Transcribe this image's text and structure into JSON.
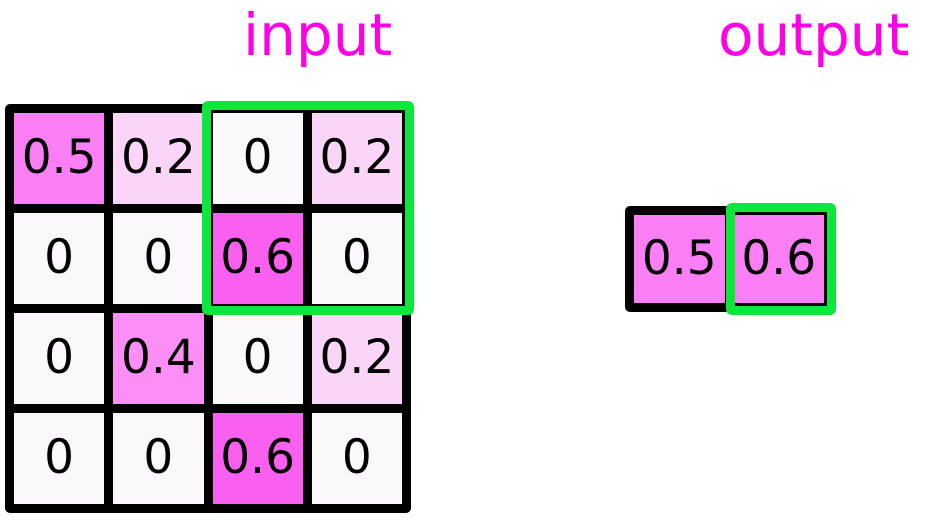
{
  "page": {
    "background": "#ffffff",
    "accent_magenta": "#ff00e6",
    "selection_green": "#0de63a",
    "grid_line_color": "#000000",
    "text_color": "#000000"
  },
  "titles": {
    "input": "input",
    "output": "output"
  },
  "palette": {
    "zero": "#fbf8fb",
    "v02": "#fbd5f8",
    "v04": "#fb8ff6",
    "v05": "#fa7ff5",
    "v06": "#fa60f0",
    "out": "#fa7ff5"
  },
  "input_grid": {
    "rows": 4,
    "cols": 4,
    "cells": [
      {
        "value": "0.5",
        "color": "#fa7ff5"
      },
      {
        "value": "0.2",
        "color": "#fbd5f8"
      },
      {
        "value": "0",
        "color": "#fbf8fb"
      },
      {
        "value": "0.2",
        "color": "#fbd5f8"
      },
      {
        "value": "0",
        "color": "#fbf8fb"
      },
      {
        "value": "0",
        "color": "#fbf8fb"
      },
      {
        "value": "0.6",
        "color": "#fa60f0"
      },
      {
        "value": "0",
        "color": "#fbf8fb"
      },
      {
        "value": "0",
        "color": "#fbf8fb"
      },
      {
        "value": "0.4",
        "color": "#fb8ff6"
      },
      {
        "value": "0",
        "color": "#fbf8fb"
      },
      {
        "value": "0.2",
        "color": "#fbd5f8"
      },
      {
        "value": "0",
        "color": "#fbf8fb"
      },
      {
        "value": "0",
        "color": "#fbf8fb"
      },
      {
        "value": "0.6",
        "color": "#fa60f0"
      },
      {
        "value": "0",
        "color": "#fbf8fb"
      }
    ],
    "selection": {
      "row_start": 1,
      "row_end": 2,
      "col_start": 3,
      "col_end": 4,
      "color": "#0de63a"
    }
  },
  "output_grid": {
    "rows": 1,
    "cols": 2,
    "cells": [
      {
        "value": "0.5",
        "color": "#fa7ff5"
      },
      {
        "value": "0.6",
        "color": "#fa7ff5"
      }
    ],
    "selection": {
      "row_start": 1,
      "row_end": 1,
      "col_start": 2,
      "col_end": 2,
      "color": "#0de63a"
    }
  }
}
